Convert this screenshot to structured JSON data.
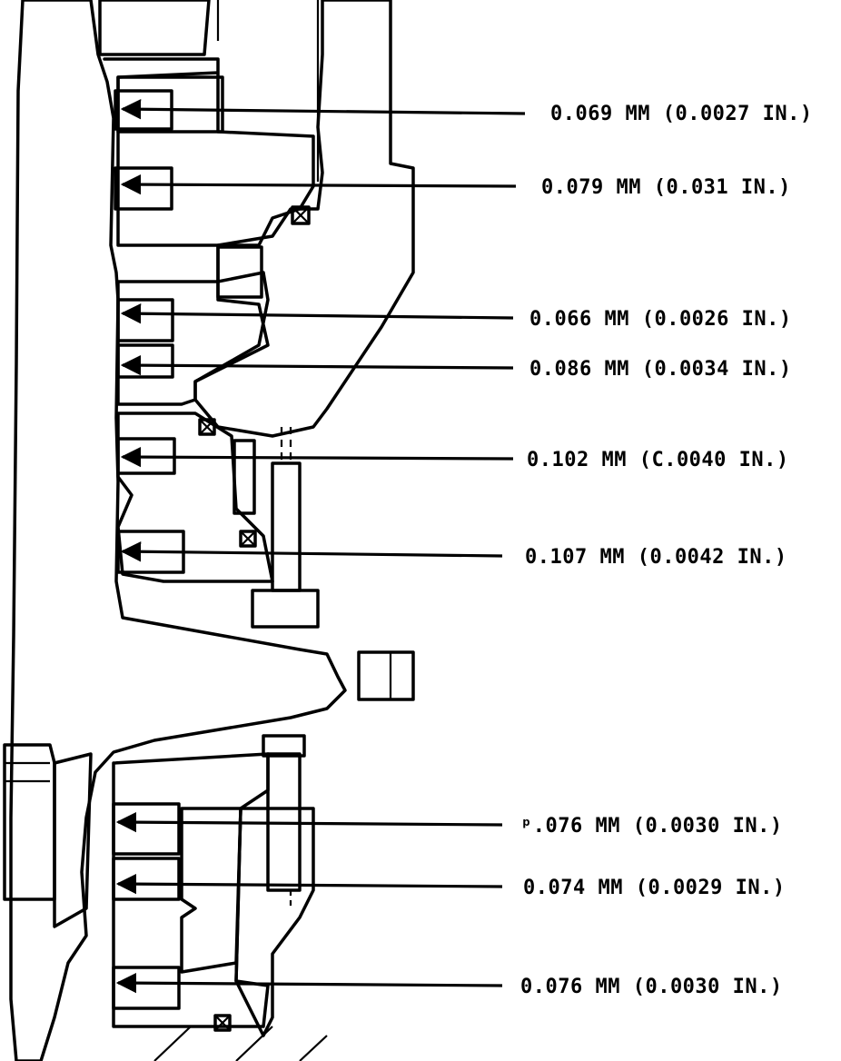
{
  "colors": {
    "ink": "#000000",
    "paper": "#ffffff"
  },
  "callouts": [
    {
      "text": "0.069 MM (0.0027 IN.)"
    },
    {
      "text": "0.079 MM (0.031 IN.)"
    },
    {
      "text": "0.066 MM (0.0026 IN.)"
    },
    {
      "text": "0.086 MM (0.0034 IN.)"
    },
    {
      "text": "0.102 MM (C.0040 IN.)"
    },
    {
      "text": "0.107 MM (0.0042 IN.)"
    },
    {
      "text": "ᵖ.076 MM (0.0030 IN.)"
    },
    {
      "text": "0.074 MM (0.0029 IN.)"
    },
    {
      "text": "0.076 MM (0.0030 IN.)"
    }
  ]
}
